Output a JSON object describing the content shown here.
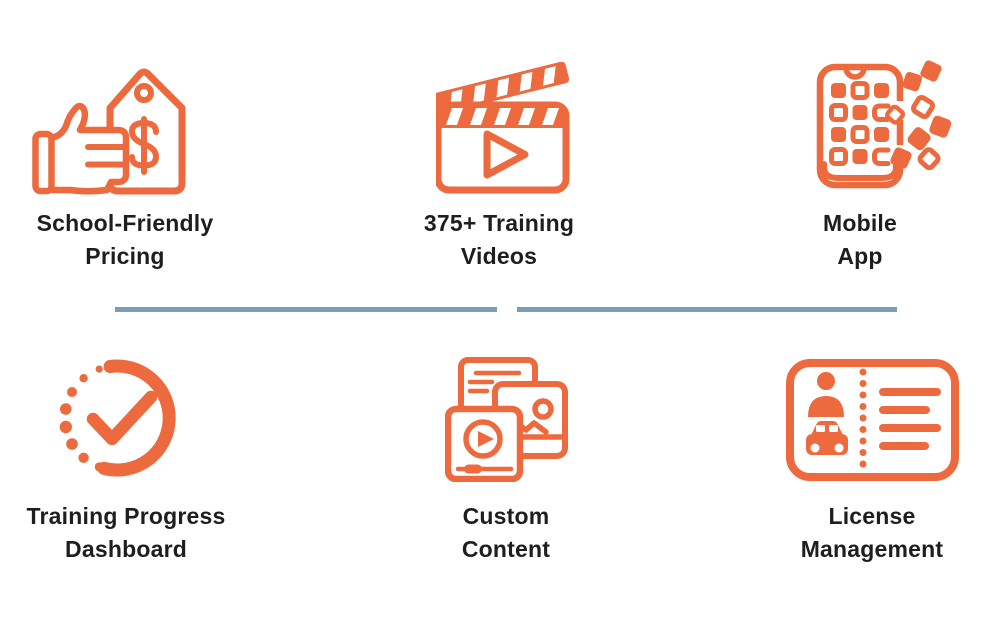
{
  "colors": {
    "background": "#ffffff",
    "accent_orange": "#EC6A3D",
    "divider_blue": "#7B9CB7",
    "text_dark": "#1E1E1E"
  },
  "features": [
    {
      "name": "school-friendly-pricing",
      "icon": "thumbs-up-price-tag-icon",
      "lines": [
        "School-Friendly",
        "Pricing"
      ]
    },
    {
      "name": "training-videos",
      "icon": "clapperboard-play-icon",
      "lines": [
        "375+ Training",
        "Videos"
      ]
    },
    {
      "name": "mobile-app",
      "icon": "smartphone-apps-icon",
      "lines": [
        "Mobile",
        "App"
      ]
    },
    {
      "name": "training-progress-dashboard",
      "icon": "progress-check-icon",
      "lines": [
        "Training Progress",
        "Dashboard"
      ]
    },
    {
      "name": "custom-content",
      "icon": "media-stack-icon",
      "lines": [
        "Custom",
        "Content"
      ]
    },
    {
      "name": "license-management",
      "icon": "license-card-icon",
      "lines": [
        "License",
        "Management"
      ]
    }
  ]
}
